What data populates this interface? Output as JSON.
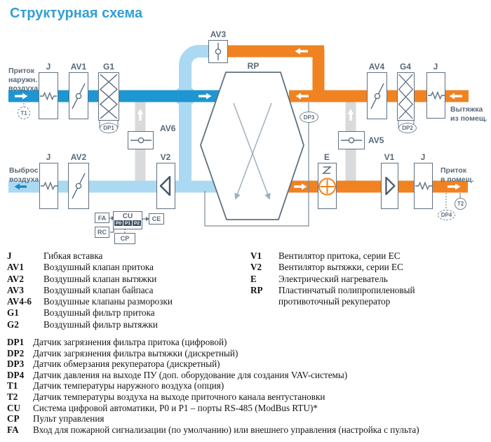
{
  "title": "Структурная схема",
  "colors": {
    "title": "#339fd6",
    "supply_duct": "#1e96d2",
    "return_duct": "#abd9f2",
    "exhaust_duct": "#f08221",
    "defrost_duct": "#d9dadc",
    "outline": "#5f7081",
    "label_text": "#5a6a78"
  },
  "diagram": {
    "labels": {
      "rp": "RP",
      "av3": "AV3",
      "j_top_left": "J",
      "av1": "AV1",
      "g1": "G1",
      "av4": "AV4",
      "g4": "G4",
      "j_top_right": "J",
      "av6": "AV6",
      "av5": "AV5",
      "j_bottom_left": "J",
      "av2": "AV2",
      "v2": "V2",
      "e": "E",
      "v1": "V1",
      "j_bottom_right": "J"
    },
    "flow": {
      "intake": [
        "Приток",
        "наружн.",
        "воздуха"
      ],
      "extract": [
        "Вытяжка",
        "из помещ."
      ],
      "discharge": [
        "Выброс",
        "воздуха"
      ],
      "supply_room": [
        "Приток",
        "в помещ."
      ]
    },
    "sensors": {
      "t1": "T1",
      "t2": "T2",
      "dp1": "DP1",
      "dp2": "DP2",
      "dp3": "DP3",
      "dp4": "DP4"
    },
    "control": {
      "fa": "FA",
      "rc": "RC",
      "cu": "CU",
      "ce": "CE",
      "cp": "CP",
      "ports": [
        "P0",
        "P1",
        "P2"
      ]
    }
  },
  "legend": {
    "components": [
      {
        "term": "J",
        "desc": "Гибкая вставка"
      },
      {
        "term": "AV1",
        "desc": "Воздушный клапан притока"
      },
      {
        "term": "AV2",
        "desc": "Воздушный клапан вытяжки"
      },
      {
        "term": "AV3",
        "desc": "Воздушный клапан байпаса"
      },
      {
        "term": "AV4-6",
        "desc": "Воздушные клапаны разморозки"
      },
      {
        "term": "G1",
        "desc": "Воздушный фильтр притока"
      },
      {
        "term": "G2",
        "desc": "Воздушный фильтр вытяжки"
      }
    ],
    "components_right": [
      {
        "term": "V1",
        "desc": "Вентилятор притока, серии EC"
      },
      {
        "term": "V2",
        "desc": "Вентилятор вытяжки, серии EC"
      },
      {
        "term": "E",
        "desc": "Электрический нагреватель"
      },
      {
        "term": "RP",
        "desc": "Пластинчатый полипропиленовый",
        "desc2": "противоточный рекуператор"
      }
    ],
    "sensors": [
      {
        "term": "DP1",
        "desc": "Датчик загрязнения фильтра притока (цифровой)"
      },
      {
        "term": "DP2",
        "desc": "Датчик загрязнения фильтра вытяжки (дискретный)"
      },
      {
        "term": "DP3",
        "desc": "Датчик обмерзания рекуператора (дискретный)"
      },
      {
        "term": "DP4",
        "desc": "Датчик давления на выходе ПУ (доп. оборудование для создания VAV-системы)"
      },
      {
        "term": "T1",
        "desc": "Датчик температуры наружного воздуха (опция)"
      },
      {
        "term": "T2",
        "desc": "Датчик температуры воздуха на выходе приточного канала вентустановки"
      },
      {
        "term": "CU",
        "desc": "Система цифровой автоматики, P0 и P1 – порты RS-485 (ModBus RTU)*"
      },
      {
        "term": "CP",
        "desc": "Пульт управления"
      },
      {
        "term": "FA",
        "desc": "Вход для пожарной сигнализации (по умолчанию) или внешнего управления (настройка с пульта)"
      }
    ]
  }
}
